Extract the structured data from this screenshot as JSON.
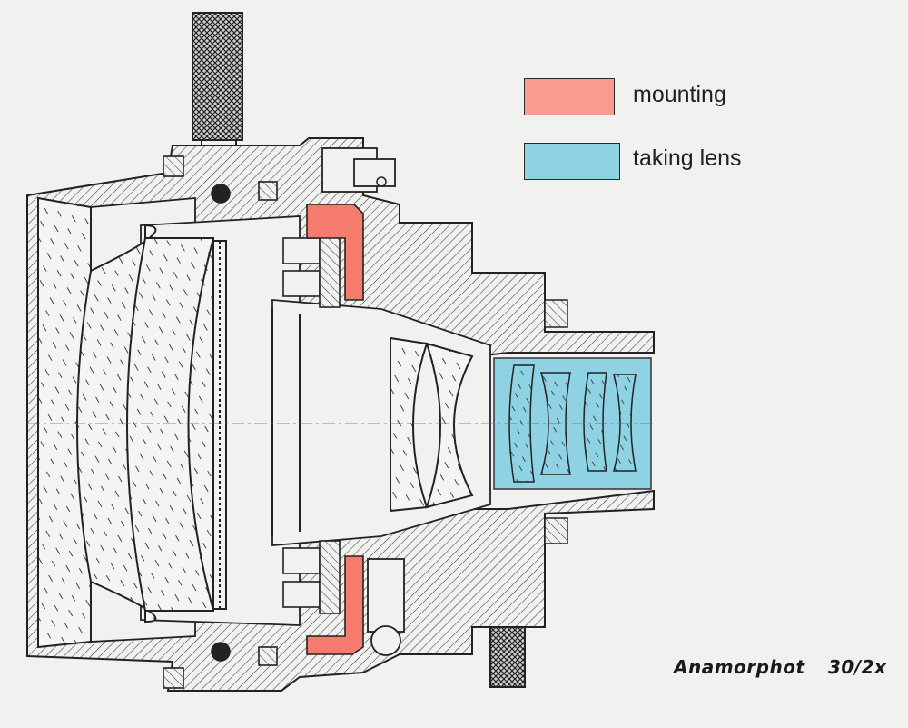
{
  "legend": [
    {
      "label": "mounting",
      "color": "#f79c8e"
    },
    {
      "label": "taking lens",
      "color": "#8ed2e4"
    }
  ],
  "caption": "Anamorphot 30/2x",
  "colors": {
    "paper": "#f1f1ef",
    "ink": "#2a2a2a",
    "mounting": "#f47b6d",
    "taking_lens": "#8ed2e4"
  }
}
